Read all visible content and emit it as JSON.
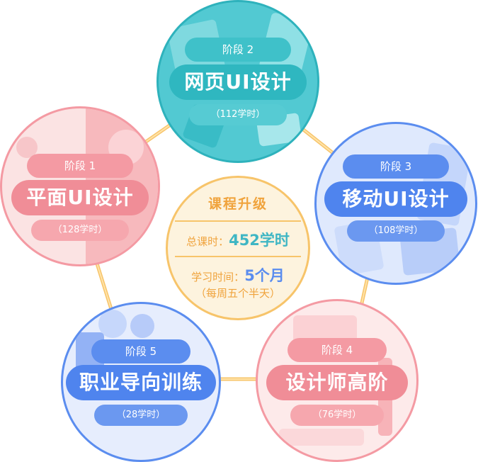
{
  "colors": {
    "teal": "#3fc1c9",
    "pink": "#f49aa3",
    "blue": "#5b8def",
    "center_fill": "#fdf3de",
    "center_text": "#f0a33c",
    "link": "#f7c46a"
  },
  "stages": [
    {
      "step": "阶段 2",
      "title": "网页UI设计",
      "hours": "（112学时）"
    },
    {
      "step": "阶段 1",
      "title": "平面UI设计",
      "hours": "（128学时）"
    },
    {
      "step": "阶段 3",
      "title": "移动UI设计",
      "hours": "（108学时）"
    },
    {
      "step": "阶段 5",
      "title": "职业导向训练",
      "hours": "（28学时）"
    },
    {
      "step": "阶段 4",
      "title": "设计师高阶",
      "hours": "（76学时）"
    }
  ],
  "center": {
    "heading": "课程升级",
    "total_label": "总课时：",
    "total_value": "452学时",
    "duration_label": "学习时间：",
    "duration_value": "5个月",
    "duration_note": "（每周五个半天）"
  }
}
